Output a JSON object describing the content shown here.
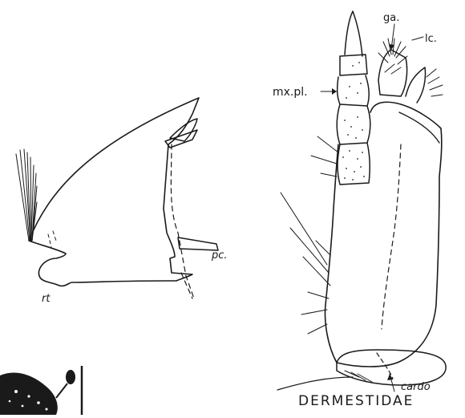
{
  "figure": {
    "labels": {
      "rt": "rt",
      "pc": "pc.",
      "mxpl": "mx.pl.",
      "ga": "ga.",
      "lc": "lc.",
      "cardo": "cardo"
    },
    "family_title": "DERMESTIDAE"
  }
}
